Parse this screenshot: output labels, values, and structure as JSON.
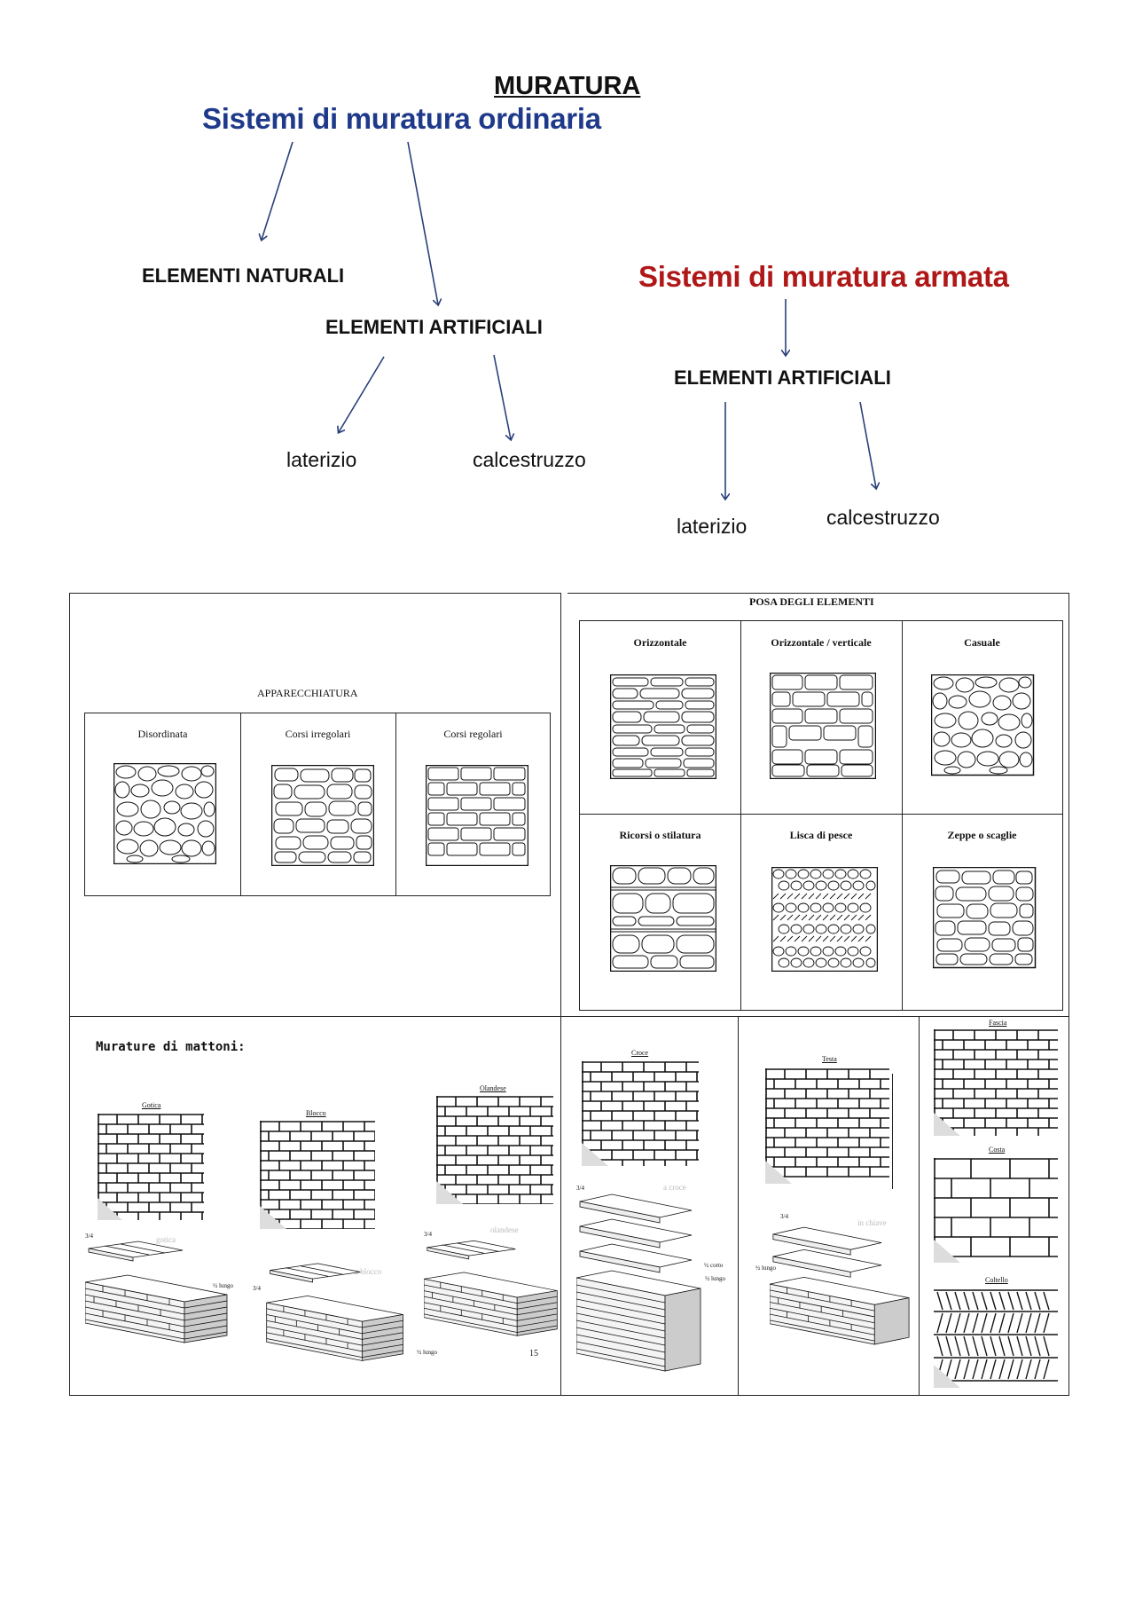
{
  "title": "MURATURA",
  "ordinaria": {
    "heading": "Sistemi di muratura ordinaria",
    "naturali": "ELEMENTI NATURALI",
    "artificiali": "ELEMENTI ARTIFICIALI",
    "laterizio": "laterizio",
    "calcestruzzo": "calcestruzzo"
  },
  "armata": {
    "heading": "Sistemi di muratura armata",
    "artificiali": "ELEMENTI ARTIFICIALI",
    "laterizio": "laterizio",
    "calcestruzzo": "calcestruzzo"
  },
  "apparecchiatura": {
    "title": "APPARECCHIATURA",
    "cells": [
      "Disordinata",
      "Corsi irregolari",
      "Corsi regolari"
    ]
  },
  "posa": {
    "title": "POSA DEGLI ELEMENTI",
    "cells": [
      "Orizzontale",
      "Orizzontale / verticale",
      "Casuale",
      "Ricorsi o stilatura",
      "Lisca di pesce",
      "Zeppe o scaglie"
    ]
  },
  "mattoni": {
    "title": "Murature di mattoni:",
    "labels": [
      "Gotica",
      "Blocco",
      "Olandese",
      "Croce",
      "Testa",
      "Fascia",
      "Costa",
      "Coltello"
    ],
    "faint": [
      "gotica",
      "a blocco",
      "olandese",
      "a croce",
      "in chiave"
    ],
    "notes": {
      "three_quarter": "3/4",
      "half_long": "½ lungo",
      "half_short": "½ corto"
    },
    "page_number": "15"
  },
  "colors": {
    "ordinaria": "#1f3a8a",
    "armata": "#b01818",
    "arrow": "#2a3f7a"
  }
}
